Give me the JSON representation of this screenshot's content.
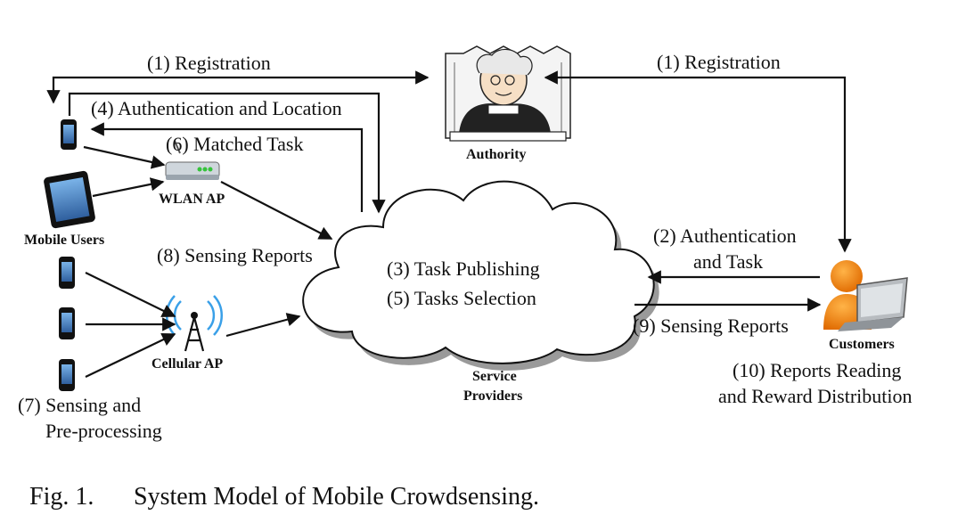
{
  "nodes": {
    "authority": "Authority",
    "mobile_users": "Mobile Users",
    "wlan_ap": "WLAN AP",
    "cellular_ap": "Cellular AP",
    "service_providers_line1": "Service",
    "service_providers_line2": "Providers",
    "customers": "Customers"
  },
  "steps": {
    "registration_left": "(1) Registration",
    "registration_right": "(1) Registration",
    "auth_location": "(4) Authentication and Location",
    "matched_task": "(6) Matched Task",
    "sensing_reports_left": "(8) Sensing Reports",
    "task_publishing": "(3) Task Publishing",
    "tasks_selection": "(5) Tasks Selection",
    "auth_task_line1": "(2) Authentication",
    "auth_task_line2": "and Task",
    "sensing_reports_right": "(9) Sensing Reports",
    "reports_reading_line1": "(10) Reports Reading",
    "reports_reading_line2": "and Reward Distribution",
    "sensing_preprocessing_line1": "(7) Sensing and",
    "sensing_preprocessing_line2": "Pre-processing"
  },
  "caption": {
    "label": "Fig. 1.",
    "text": "System Model of Mobile Crowdsensing."
  }
}
